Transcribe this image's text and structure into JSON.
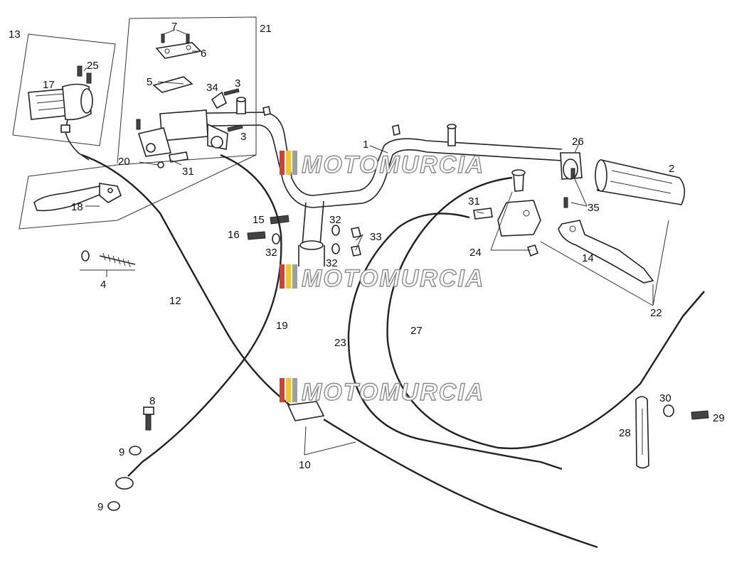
{
  "watermark": {
    "text": "MOTOMURCIA",
    "colors": [
      "#e03a2f",
      "#f4c430",
      "#9aa0a6"
    ]
  },
  "callouts": [
    {
      "id": "c13",
      "text": "13"
    },
    {
      "id": "c21",
      "text": "21"
    },
    {
      "id": "c7",
      "text": "7"
    },
    {
      "id": "c6",
      "text": "6"
    },
    {
      "id": "c25",
      "text": "25"
    },
    {
      "id": "c17",
      "text": "17"
    },
    {
      "id": "c5",
      "text": "5"
    },
    {
      "id": "c34",
      "text": "34"
    },
    {
      "id": "c3a",
      "text": "3"
    },
    {
      "id": "c3b",
      "text": "3"
    },
    {
      "id": "c20",
      "text": "20"
    },
    {
      "id": "c31a",
      "text": "31"
    },
    {
      "id": "c18",
      "text": "18"
    },
    {
      "id": "c1",
      "text": "1"
    },
    {
      "id": "c26",
      "text": "26"
    },
    {
      "id": "c2",
      "text": "2"
    },
    {
      "id": "c35",
      "text": "35"
    },
    {
      "id": "c31b",
      "text": "31"
    },
    {
      "id": "c15",
      "text": "15"
    },
    {
      "id": "c16",
      "text": "16"
    },
    {
      "id": "c32a",
      "text": "32"
    },
    {
      "id": "c32b",
      "text": "32"
    },
    {
      "id": "c33",
      "text": "33"
    },
    {
      "id": "c32c",
      "text": "32"
    },
    {
      "id": "c24",
      "text": "24"
    },
    {
      "id": "c14",
      "text": "14"
    },
    {
      "id": "c4",
      "text": "4"
    },
    {
      "id": "c12",
      "text": "12"
    },
    {
      "id": "c19",
      "text": "19"
    },
    {
      "id": "c23",
      "text": "23"
    },
    {
      "id": "c27",
      "text": "27"
    },
    {
      "id": "c22",
      "text": "22"
    },
    {
      "id": "c8",
      "text": "8"
    },
    {
      "id": "c9a",
      "text": "9"
    },
    {
      "id": "c9b",
      "text": "9"
    },
    {
      "id": "c10",
      "text": "10"
    },
    {
      "id": "c30",
      "text": "30"
    },
    {
      "id": "c29",
      "text": "29"
    },
    {
      "id": "c28",
      "text": "28"
    }
  ]
}
